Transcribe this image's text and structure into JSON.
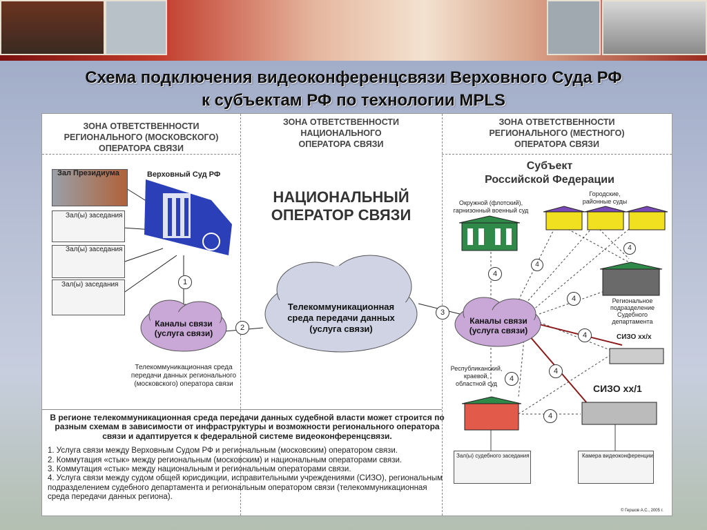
{
  "slide": {
    "title_line1": "Схема подключения видеоконференцсвязи Верховного Суда РФ",
    "title_line2": "к субъектам РФ по технологии MPLS"
  },
  "zones": {
    "regional_moscow": [
      "ЗОНА ОТВЕТСТВЕННОСТИ",
      "РЕГИОНАЛЬНОГО (МОСКОВСКОГО)",
      "ОПЕРАТОРА СВЯЗИ"
    ],
    "national": [
      "ЗОНА ОТВЕТСТВЕННОСТИ",
      "НАЦИОНАЛЬНОГО",
      "ОПЕРАТОРА СВЯЗИ"
    ],
    "regional_local": [
      "ЗОНА ОТВЕТСТВЕННОСТИ",
      "РЕГИОНАЛЬНОГО (МЕСТНОГО)",
      "ОПЕРАТОРА СВЯЗИ"
    ]
  },
  "left": {
    "presidium": "Зал Президиума",
    "supreme_court": "Верховный Суд РФ",
    "hall1": "Зал(ы) заседания",
    "hall2": "Зал(ы) заседания",
    "hall3": "Зал(ы) заседания",
    "channels_cloud": [
      "Каналы связи",
      "(услуга связи)"
    ],
    "channels_caption": [
      "Телекоммуникационная среда",
      "передачи данных регионального",
      "(московского) оператора связи"
    ]
  },
  "center": {
    "national_operator": [
      "НАЦИОНАЛЬНЫЙ",
      "ОПЕРАТОР СВЯЗИ"
    ],
    "telecom_cloud": [
      "Телекоммуникационная",
      "среда передачи данных",
      "(услуга связи)"
    ]
  },
  "right": {
    "subject": [
      "Субъект",
      "Российской Федерации"
    ],
    "military_court": [
      "Окружной (флотский),",
      "гарнизонный военный суд"
    ],
    "city_courts": [
      "Городские,",
      "районные суды"
    ],
    "regional_dept": [
      "Региональное",
      "подразделение",
      "Судебного",
      "департамента"
    ],
    "sizo_xx_x": "СИЗО хх/х",
    "sizo_xx_1": "СИЗО хх/1",
    "republic_court": [
      "Республиканский,",
      "краевой,",
      "областной суд"
    ],
    "channels_cloud": [
      "Каналы связи",
      "(услуга связи)"
    ],
    "court_hall": "Зал(ы) судебного заседания",
    "vc_camera": "Камера видеоконференции",
    "copyright": "© Гершов А.С., 2005 г."
  },
  "numbers": {
    "n1": "1",
    "n2": "2",
    "n3": "3",
    "n4": "4"
  },
  "notes": {
    "heading": "В регионе телекоммуникационная среда передачи данных судебной власти может строится по разным схемам в зависимости от инфраструктуры и возможности регионального оператора связи и адаптируется к федеральной системе видеоконференцсвязи.",
    "items": [
      "1. Услуга связи между Верховным Судом РФ и региональным (московским) оператором связи.",
      "2. Коммутация «стык» между региональным (московским) и национальным операторами связи.",
      "3. Коммутация «стык» между национальным и региональным операторами связи.",
      "4. Услуга связи между судом общей юрисдикции, исправительными учреждениями (СИЗО), региональным подразделением судебного департамента и региональным оператором связи (телекоммуникационная среда передачи данных региона)."
    ]
  },
  "colors": {
    "cloud": "#c9a8d8",
    "grey_cloud": "#cfd3e4",
    "court_blue": "#2a3fb8",
    "green_bldg": "#2f8a4a",
    "yellow_bldg": "#f0e020",
    "red_bldg": "#e25a4a",
    "link_red": "#8b1a1a"
  }
}
